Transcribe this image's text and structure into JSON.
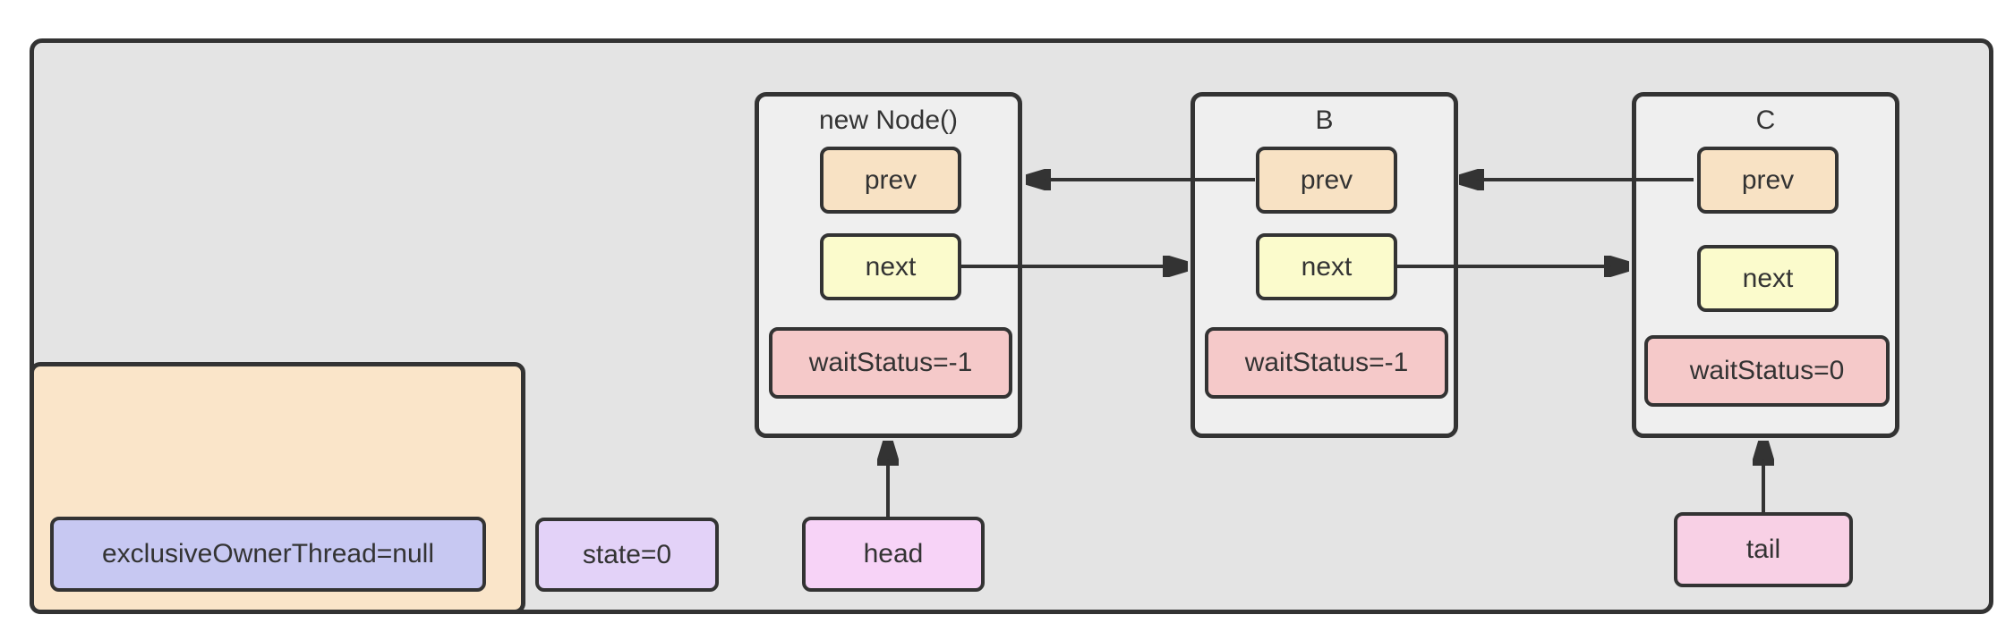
{
  "colors": {
    "canvas_bg": "#ffffff",
    "container_fill": "#e4e4e4",
    "node_fill": "#efefef",
    "border_color": "#333333",
    "panel_fill": "#fae5c9",
    "prev_fill": "#f8e2c4",
    "next_fill": "#fbfbcc",
    "wait_fill": "#f5c9c9",
    "owner_fill": "#c7c8f2",
    "state_fill": "#e3d2f8",
    "head_fill": "#f7d3f7",
    "tail_fill": "#f8d0e5",
    "arrow_color": "#333333",
    "text_color": "#333333"
  },
  "nodes": [
    {
      "title": "new Node()",
      "prev": "prev",
      "next": "next",
      "wait_status": "waitStatus=-1"
    },
    {
      "title": "B",
      "prev": "prev",
      "next": "next",
      "wait_status": "waitStatus=-1"
    },
    {
      "title": "C",
      "prev": "prev",
      "next": "next",
      "wait_status": "waitStatus=0"
    }
  ],
  "sync_fields": {
    "exclusive_owner_thread": "exclusiveOwnerThread=null",
    "state": "state=0"
  },
  "pointers": {
    "head": "head",
    "tail": "tail"
  }
}
